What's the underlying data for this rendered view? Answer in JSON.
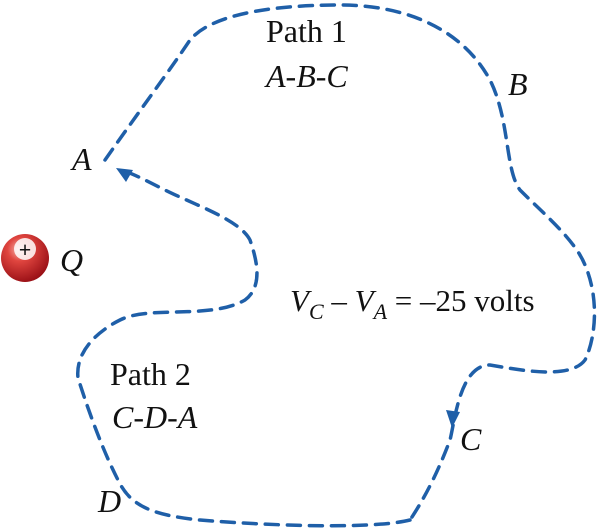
{
  "charge": {
    "sign": "+",
    "name": "Q",
    "color": "#c8202a",
    "highlight": "#f4a7a0"
  },
  "path_color": "#1f5fa8",
  "path1": {
    "title": "Path 1",
    "route": "A-B-C"
  },
  "path2": {
    "title": "Path 2",
    "route": "C-D-A"
  },
  "points": {
    "a": "A",
    "b": "B",
    "c": "C",
    "d": "D"
  },
  "equation": {
    "v1": "V",
    "sub1": "C",
    "minus": " – ",
    "v2": "V",
    "sub2": "A",
    "rhs": " = –25 volts"
  }
}
